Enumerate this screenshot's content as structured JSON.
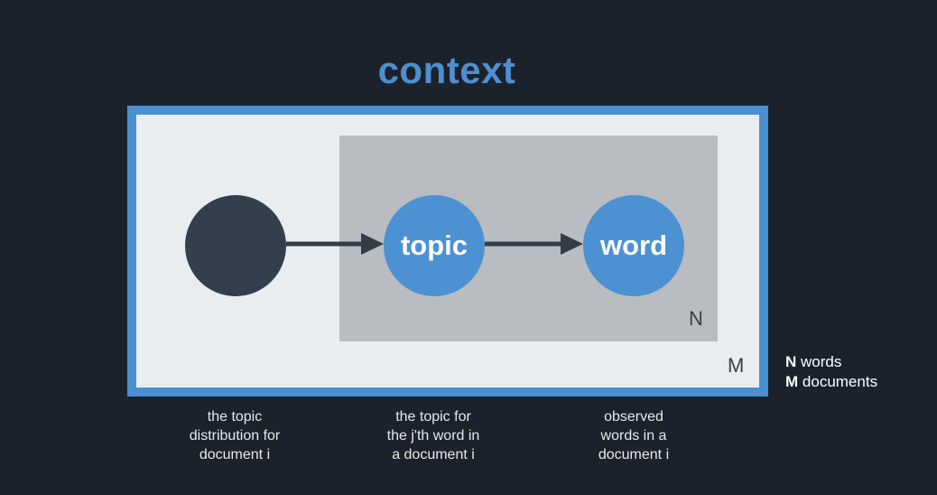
{
  "title": "context",
  "plates": {
    "inner_label": "N",
    "outer_label": "M"
  },
  "nodes": {
    "theta_label": "",
    "topic_label": "topic",
    "word_label": "word"
  },
  "legend": {
    "n_key": "N",
    "n_text": "words",
    "m_key": "M",
    "m_text": "documents"
  },
  "captions": [
    [
      "the topic",
      "distribution for",
      "document i"
    ],
    [
      "the topic for",
      "the j'th word in",
      "a document i"
    ],
    [
      "observed",
      "words in a",
      "document i"
    ]
  ],
  "colors": {
    "background": "#1c222b",
    "accent_blue": "#4a8fd1",
    "dark_node": "#333f4d",
    "plate_m_fill": "#eaedf0",
    "plate_n_fill": "#b9bcc0",
    "arrow": "#343c47"
  }
}
